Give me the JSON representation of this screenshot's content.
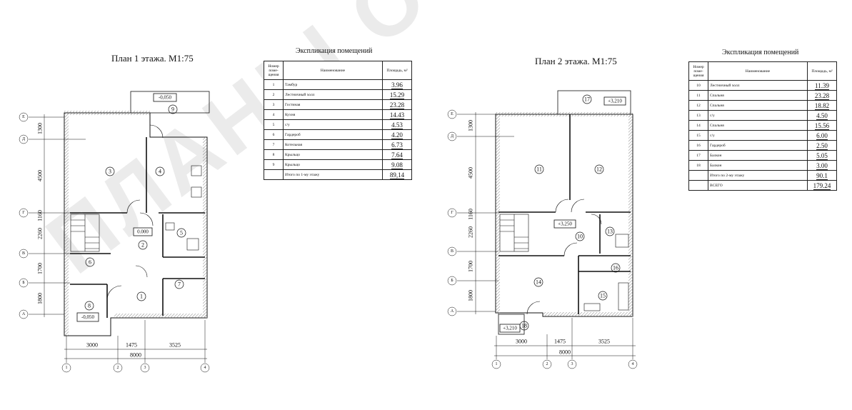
{
  "plan1": {
    "title": "План 1 этажа. М1:75",
    "axes_letters": [
      "Е",
      "Д",
      "Г",
      "В",
      "Б",
      "А"
    ],
    "axes_numbers": [
      "1",
      "2",
      "3",
      "4"
    ],
    "dims_left": [
      "1300",
      "4500",
      "1160",
      "2260",
      "1700",
      "1800"
    ],
    "dims_bottom": [
      "3000",
      "1475",
      "3525"
    ],
    "dim_total": "8000",
    "rooms": [
      "1",
      "2",
      "3",
      "4",
      "5",
      "6",
      "7",
      "8",
      "9"
    ],
    "levels": [
      "0.000",
      "-0,050",
      "-0,050"
    ]
  },
  "plan2": {
    "title": "План 2 этажа. М1:75",
    "axes_letters": [
      "Е",
      "Д",
      "Г",
      "В",
      "Б",
      "А"
    ],
    "axes_numbers": [
      "1",
      "2",
      "3",
      "4"
    ],
    "dims_left": [
      "1300",
      "4500",
      "1160",
      "2260",
      "1700",
      "1800"
    ],
    "dims_bottom": [
      "3000",
      "1475",
      "3525"
    ],
    "dim_total": "8000",
    "rooms": [
      "10",
      "11",
      "12",
      "13",
      "14",
      "15",
      "16",
      "17",
      "18"
    ],
    "levels": [
      "+3,250",
      "+3,210",
      "+3,210"
    ]
  },
  "table1": {
    "title": "Экспликация помещений",
    "headers": [
      "Номер поме-щения",
      "Наименование",
      "Площадь, м²"
    ],
    "rows": [
      [
        "1",
        "Тамбур",
        "3.96"
      ],
      [
        "2",
        "Лестничный холл",
        "15.29"
      ],
      [
        "3",
        "Гостиная",
        "23.28"
      ],
      [
        "4",
        "Кухня",
        "14.43"
      ],
      [
        "5",
        "с/у",
        "4.53"
      ],
      [
        "6",
        "Гардероб",
        "4.20"
      ],
      [
        "7",
        "Котельная",
        "6.73"
      ],
      [
        "8",
        "Крыльцо",
        "7.64"
      ],
      [
        "9",
        "Крыльцо",
        "9.08"
      ]
    ],
    "total": [
      "",
      "Итого по 1-му этажу",
      "89,14"
    ]
  },
  "table2": {
    "title": "Экспликация помещений",
    "headers": [
      "Номер поме-щения",
      "Наименование",
      "Площадь, м²"
    ],
    "rows": [
      [
        "10",
        "Лестничный холл",
        "11.39"
      ],
      [
        "11",
        "Спальня",
        "23.28"
      ],
      [
        "12",
        "Спальня",
        "18.82"
      ],
      [
        "13",
        "с/у",
        "4.50"
      ],
      [
        "14",
        "Спальня",
        "15.56"
      ],
      [
        "15",
        "с/у",
        "6.00"
      ],
      [
        "16",
        "Гардероб",
        "2.50"
      ],
      [
        "17",
        "Балкон",
        "5.05"
      ],
      [
        "18",
        "Балкон",
        "3.00"
      ]
    ],
    "total": [
      "",
      "Итого по 2-му этажу",
      "90.1"
    ],
    "grand": [
      "",
      "ВСЕГО",
      "179.24"
    ]
  },
  "watermark": "ПЛАНЫ ОЗЕРА"
}
